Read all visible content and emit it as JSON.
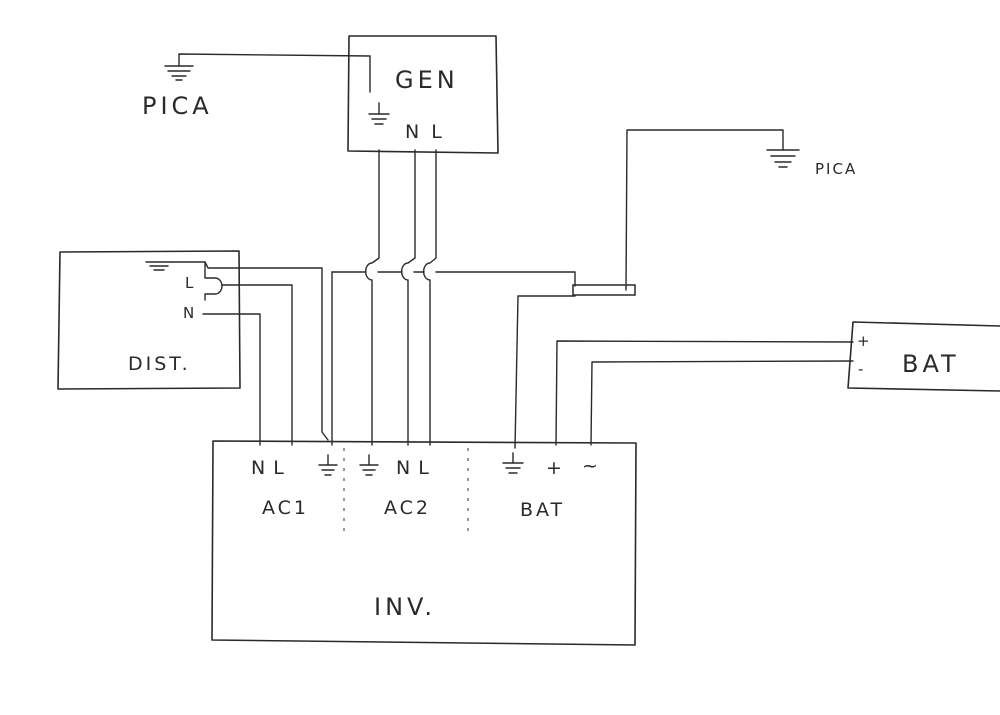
{
  "generator": {
    "title": "GEN",
    "terminals": "N L"
  },
  "ground_left": {
    "label": "PICA"
  },
  "ground_right": {
    "label": "PICA"
  },
  "distribution": {
    "title": "DIST.",
    "terminal_l": "L",
    "terminal_n": "N"
  },
  "battery": {
    "title": "BAT",
    "plus": "+",
    "minus": "-"
  },
  "inverter": {
    "title": "INV.",
    "ac1": {
      "label": "AC1",
      "terminals": "N L"
    },
    "ac2": {
      "label": "AC2",
      "terminals": "N L"
    },
    "bat": {
      "label": "BAT",
      "plus": "+",
      "minus": "~"
    }
  }
}
